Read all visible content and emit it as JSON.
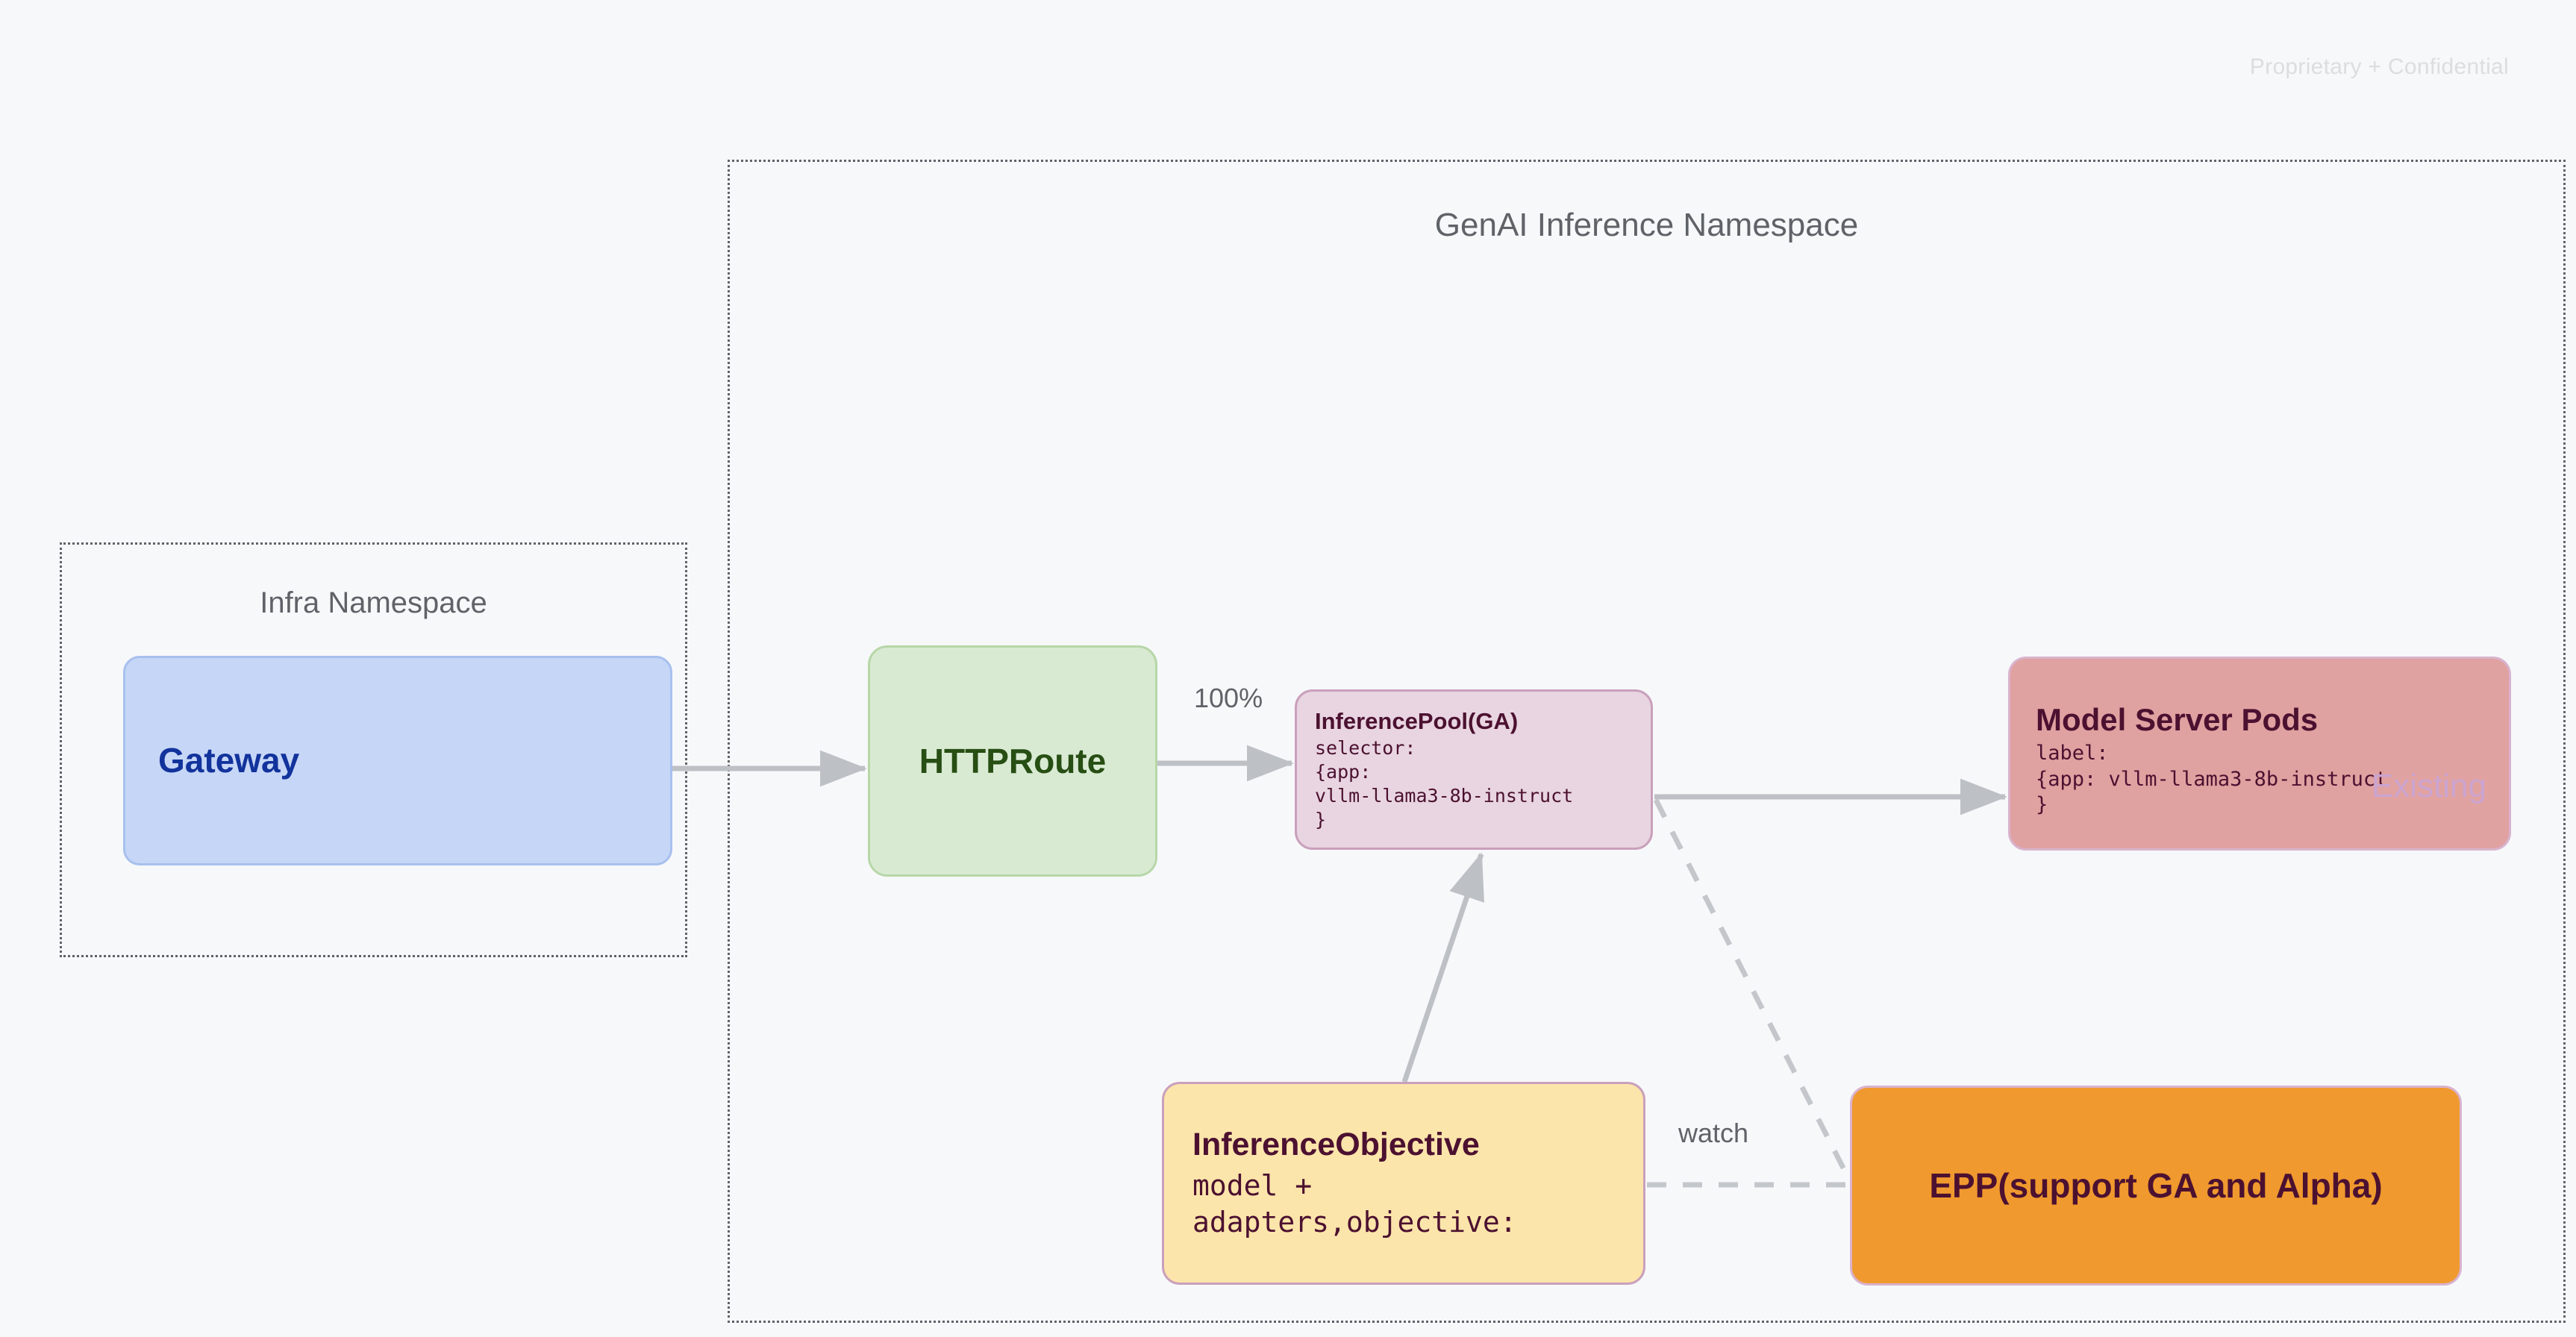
{
  "page": {
    "watermark": "Proprietary + Confidential",
    "background_color": "#f7f8fa"
  },
  "namespaces": [
    {
      "id": "genai",
      "title": "GenAI Inference Namespace",
      "border_style": "dotted",
      "border_color": "#5f6368"
    },
    {
      "id": "infra",
      "title": "Infra Namespace",
      "border_style": "dotted",
      "border_color": "#5f6368"
    }
  ],
  "nodes": {
    "gateway": {
      "title": "Gateway",
      "fill": "#c6d6f6",
      "text_color": "#12339c"
    },
    "httproute": {
      "title": "HTTPRoute",
      "fill": "#d9ead3",
      "text_color": "#274e13"
    },
    "inferencepool": {
      "title": "InferencePool(GA)",
      "body": "selector:\n{app:\nvllm-llama3-8b-instruct\n}",
      "fill": "#e8d5e1",
      "text_color": "#4c1130"
    },
    "modelserverpods": {
      "title": "Model Server Pods",
      "body": "label:\n{app: vllm-llama3-8b-instruct\n}",
      "badge": "Existing",
      "fill": "#e0a1a1",
      "text_color": "#4c1130",
      "badge_color": "#cba4d0"
    },
    "inferenceobjective": {
      "title": "InferenceObjective",
      "body": "model +\nadapters,objective:",
      "fill": "#fce5ab",
      "text_color": "#4c1130"
    },
    "epp": {
      "title": "EPP(support GA and Alpha)",
      "fill": "#f0992e",
      "text_color": "#4c1130"
    }
  },
  "edges": [
    {
      "id": "gateway-to-httproute",
      "from": "gateway",
      "to": "httproute",
      "label": "",
      "style": "solid",
      "arrow": true
    },
    {
      "id": "httproute-to-inferencepool",
      "from": "httproute",
      "to": "inferencepool",
      "label": "100%",
      "style": "solid",
      "arrow": true
    },
    {
      "id": "inferencepool-to-modelserverpods",
      "from": "inferencepool",
      "to": "modelserverpods",
      "label": "",
      "style": "solid",
      "arrow": true
    },
    {
      "id": "inferenceobjective-to-inferencepool",
      "from": "inferenceobjective",
      "to": "inferencepool",
      "label": "",
      "style": "solid",
      "arrow": true
    },
    {
      "id": "inferenceobjective-to-epp",
      "from": "inferenceobjective",
      "to": "epp",
      "label": "watch",
      "style": "dashed",
      "arrow": false
    },
    {
      "id": "inferencepool-to-epp",
      "from": "inferencepool",
      "to": "epp",
      "label": "",
      "style": "dashed",
      "arrow": false
    }
  ],
  "edge_labels": {
    "traffic_split": "100%",
    "watch": "watch"
  }
}
